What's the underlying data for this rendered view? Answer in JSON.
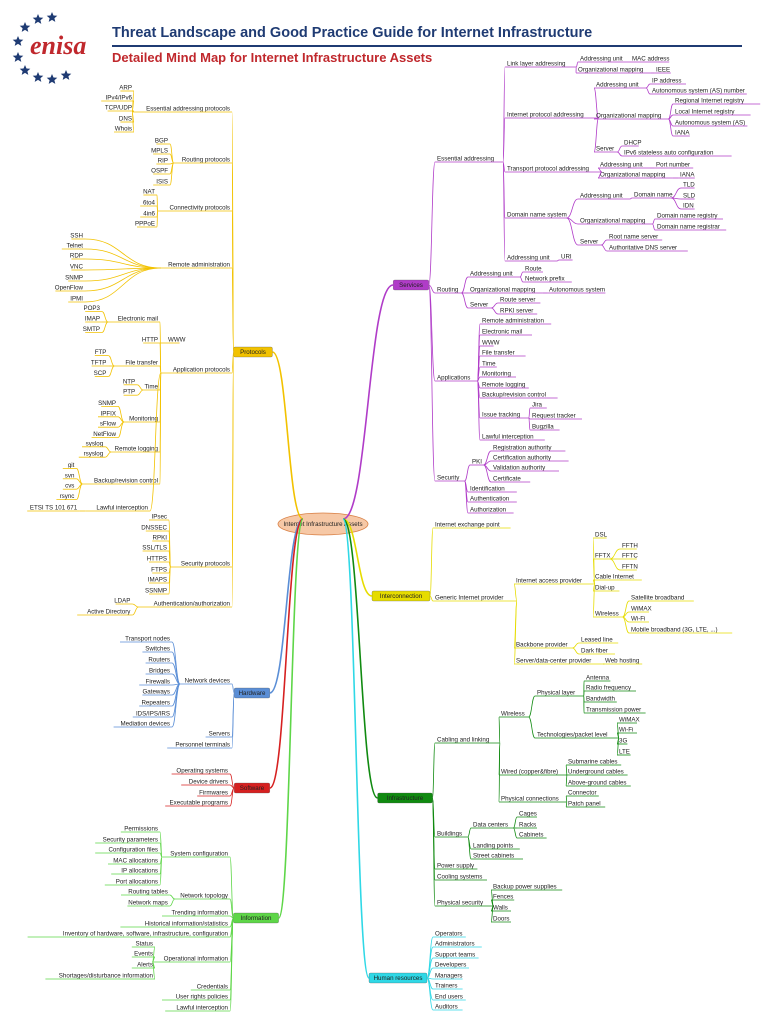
{
  "header": {
    "org": "enisa",
    "title": "Threat Landscape and Good Practice Guide for Internet Infrastructure",
    "subtitle": "Detailed Mind Map for Internet Infrastructure Assets"
  },
  "colors": {
    "protocols": "#f2c200",
    "services": "#b03cc8",
    "interconnection": "#e6dc00",
    "hardware": "#5a8ed6",
    "software": "#d62020",
    "information": "#5ed648",
    "infrastructure": "#108a10",
    "human": "#2fd8e6",
    "root_fill": "#f6c8a6",
    "root_stroke": "#d87e42"
  },
  "map": {
    "root": "Internet Infrastructure Assets",
    "left": [
      {
        "id": "protocols",
        "label": "Protocols",
        "children": [
          {
            "label": "Essential addressing protocols",
            "leaves": [
              "ARP",
              "IPv4/IPv6",
              "TCP/UDP",
              "DNS",
              "Whois"
            ]
          },
          {
            "label": "Routing protocols",
            "leaves": [
              "BGP",
              "MPLS",
              "RIP",
              "OSPF",
              "ISIS"
            ]
          },
          {
            "label": "Connectivity protocols",
            "leaves": [
              "NAT",
              "6to4",
              "4in6",
              "PPPoE"
            ]
          },
          {
            "label": "Remote administration",
            "leaves": [
              "SSH",
              "Telnet",
              "RDP",
              "VNC",
              "SNMP",
              "OpenFlow",
              "IPMI"
            ]
          },
          {
            "label": "Application protocols",
            "groups": [
              {
                "label": "Electronic mail",
                "leaves": [
                  "POP3",
                  "IMAP",
                  "SMTP"
                ]
              },
              {
                "label": "HTTP",
                "leaves": [
                  "WWW"
                ]
              },
              {
                "label": "File transfer",
                "leaves": [
                  "FTP",
                  "TFTP",
                  "SCP"
                ]
              },
              {
                "label": "Time",
                "leaves": [
                  "NTP",
                  "PTP"
                ]
              },
              {
                "label": "Monitoring",
                "leaves": [
                  "SNMP",
                  "IPFIX",
                  "sFlow",
                  "NetFlow"
                ]
              },
              {
                "label": "Remote logging",
                "leaves": [
                  "syslog",
                  "rsyslog"
                ]
              },
              {
                "label": "Backup/revision control",
                "leaves": [
                  "git",
                  "svn",
                  "cvs",
                  "rsync"
                ]
              },
              {
                "label": "Lawful interception",
                "leaves": [
                  "ETSI TS 101 671"
                ]
              }
            ]
          },
          {
            "label": "Security protocols",
            "leaves": [
              "IPsec",
              "DNSSEC",
              "RPKI",
              "SSL/TLS",
              "HTTPS",
              "FTPS",
              "IMAPS",
              "SSNMP"
            ]
          },
          {
            "label": "Authentication/authorization",
            "leaves": [
              "LDAP",
              "Active Directory"
            ]
          }
        ]
      },
      {
        "id": "hardware",
        "label": "Hardware",
        "children": [
          {
            "label": "Network devices",
            "leaves": [
              "Transport nodes",
              "Switches",
              "Routers",
              "Bridges",
              "Firewalls",
              "Gateways",
              "Repeaters",
              "IDS/IPS/IRS",
              "Mediation devices"
            ]
          },
          {
            "label": "Servers"
          },
          {
            "label": "Personnel terminals"
          }
        ]
      },
      {
        "id": "software",
        "label": "Software",
        "children": [
          {
            "label": "Operating systems"
          },
          {
            "label": "Device drivers"
          },
          {
            "label": "Firmwares"
          },
          {
            "label": "Executable programs"
          }
        ]
      },
      {
        "id": "information",
        "label": "Information",
        "children": [
          {
            "label": "System configuration",
            "leaves": [
              "Permissions",
              "Security parameters",
              "Configuration files",
              "MAC allocations",
              "IP allocations",
              "Port allocations"
            ]
          },
          {
            "label": "Network topology",
            "leaves": [
              "Routing tables",
              "Network maps"
            ]
          },
          {
            "label": "Trending information"
          },
          {
            "label": "Historical information/statistics"
          },
          {
            "label": "Inventory of hardware, software, infrastructure, configuration"
          },
          {
            "label": "Operational information",
            "leaves": [
              "Status",
              "Events",
              "Alerts",
              "Shortages/disturbance information"
            ]
          },
          {
            "label": "Credentials"
          },
          {
            "label": "User rights policies"
          },
          {
            "label": "Lawful interception"
          }
        ]
      }
    ],
    "right": [
      {
        "id": "services",
        "label": "Services",
        "children": [
          {
            "label": "Essential addressing",
            "groups": [
              {
                "label": "Link layer addressing",
                "sub": [
                  {
                    "label": "Addressing unit",
                    "leaves": [
                      "MAC address"
                    ]
                  },
                  {
                    "label": "Organizational mapping",
                    "leaves": [
                      "IEEE"
                    ]
                  }
                ]
              },
              {
                "label": "Internet protocol addressing",
                "sub": [
                  {
                    "label": "Addressing unit",
                    "leaves": [
                      "IP address",
                      "Autonomous system (AS) number"
                    ]
                  },
                  {
                    "label": "Organizational mapping",
                    "leaves": [
                      "Regional Internet registry",
                      "Local Internet registry",
                      "Autonomous system (AS)",
                      "IANA"
                    ]
                  },
                  {
                    "label": "Server",
                    "leaves": [
                      "DHCP",
                      "IPv6 stateless auto configuration"
                    ]
                  }
                ]
              },
              {
                "label": "Transport protocol addressing",
                "sub": [
                  {
                    "label": "Addressing unit",
                    "leaves": [
                      "Port number"
                    ]
                  },
                  {
                    "label": "Organizational mapping",
                    "leaves": [
                      "IANA"
                    ]
                  }
                ]
              },
              {
                "label": "Domain name system",
                "sub": [
                  {
                    "label": "Addressing unit",
                    "mid": "Domain name",
                    "leaves": [
                      "TLD",
                      "SLD",
                      "IDN"
                    ]
                  },
                  {
                    "label": "Organizational mapping",
                    "leaves": [
                      "Domain name registry",
                      "Domain name registrar"
                    ]
                  },
                  {
                    "label": "Server",
                    "leaves": [
                      "Root name server",
                      "Authoritative DNS server"
                    ]
                  }
                ]
              },
              {
                "label": "Addressing unit",
                "leaves": [
                  "URI"
                ]
              }
            ]
          },
          {
            "label": "Routing",
            "groups": [
              {
                "label": "Addressing unit",
                "leaves": [
                  "Route",
                  "Network prefix"
                ]
              },
              {
                "label": "Organizational mapping",
                "leaves": [
                  "Autonomous system"
                ]
              },
              {
                "label": "Server",
                "leaves": [
                  "Route server",
                  "RPKI server"
                ]
              }
            ]
          },
          {
            "label": "Applications",
            "leaves": [
              "Remote administration",
              "Electronic mail",
              "WWW",
              "File transfer",
              "Time",
              "Monitoring",
              "Remote logging",
              "Backup/revision control"
            ],
            "issue": {
              "label": "Issue tracking",
              "leaves": [
                "Jira",
                "Request tracker",
                "Bugzilla"
              ]
            },
            "tail": [
              "Lawful interception"
            ]
          },
          {
            "label": "Security",
            "groups": [
              {
                "label": "PKI",
                "leaves": [
                  "Registration authority",
                  "Certification authority",
                  "Validation authority",
                  "Certificate"
                ]
              }
            ],
            "leaves": [
              "Identification",
              "Authentication",
              "Authorization"
            ]
          }
        ]
      },
      {
        "id": "interconnection",
        "label": "Interconnection",
        "children": [
          {
            "label": "Internet exchange point"
          },
          {
            "label": "Generic Internet provider",
            "groups": [
              {
                "label": "Internet access provider",
                "sub": [
                  {
                    "label": "DSL"
                  },
                  {
                    "label": "FFTX",
                    "leaves": [
                      "FFTH",
                      "FFTC",
                      "FFTN"
                    ]
                  },
                  {
                    "label": "Cable Internet"
                  },
                  {
                    "label": "Dial-up"
                  },
                  {
                    "label": "Wireless",
                    "leaves": [
                      "Satellite broadband",
                      "WiMAX",
                      "Wi-Fi",
                      "Mobile broadband (3G, LTE, ...)"
                    ]
                  }
                ]
              },
              {
                "label": "Backbone provider",
                "leaves": [
                  "Leased line",
                  "Dark fiber"
                ]
              },
              {
                "label": "Server/data-center provider",
                "leaves": [
                  "Web hosting"
                ]
              }
            ]
          }
        ]
      },
      {
        "id": "infrastructure",
        "label": "Infrastructure",
        "children": [
          {
            "label": "Cabling and linking",
            "groups": [
              {
                "label": "Wireless",
                "sub": [
                  {
                    "label": "Physical layer",
                    "leaves": [
                      "Antenna",
                      "Radio frequency",
                      "Bandwidth",
                      "Transmission power"
                    ]
                  },
                  {
                    "label": "Technologies/packet level",
                    "leaves": [
                      "WiMAX",
                      "Wi-Fi",
                      "3G",
                      "LTE"
                    ]
                  }
                ]
              },
              {
                "label": "Wired (copper&fibre)",
                "leaves": [
                  "Submarine cables",
                  "Underground cables",
                  "Above-ground cables"
                ]
              },
              {
                "label": "Physical connections",
                "leaves": [
                  "Connector",
                  "Patch panel"
                ]
              }
            ]
          },
          {
            "label": "Buildings",
            "groups": [
              {
                "label": "Data centers",
                "leaves": [
                  "Cages",
                  "Racks",
                  "Cabinets"
                ]
              },
              {
                "label": "Landing points"
              },
              {
                "label": "Street cabinets"
              }
            ]
          },
          {
            "label": "Power supply"
          },
          {
            "label": "Cooling systems"
          },
          {
            "label": "Physical security",
            "leaves": [
              "Backup power supplies",
              "Fences",
              "Walls",
              "Doors"
            ]
          }
        ]
      },
      {
        "id": "human",
        "label": "Human resources",
        "children": [
          {
            "label": "Operators"
          },
          {
            "label": "Administrators"
          },
          {
            "label": "Support teams"
          },
          {
            "label": "Developers"
          },
          {
            "label": "Managers"
          },
          {
            "label": "Trainers"
          },
          {
            "label": "End users"
          },
          {
            "label": "Auditors"
          }
        ]
      }
    ]
  }
}
